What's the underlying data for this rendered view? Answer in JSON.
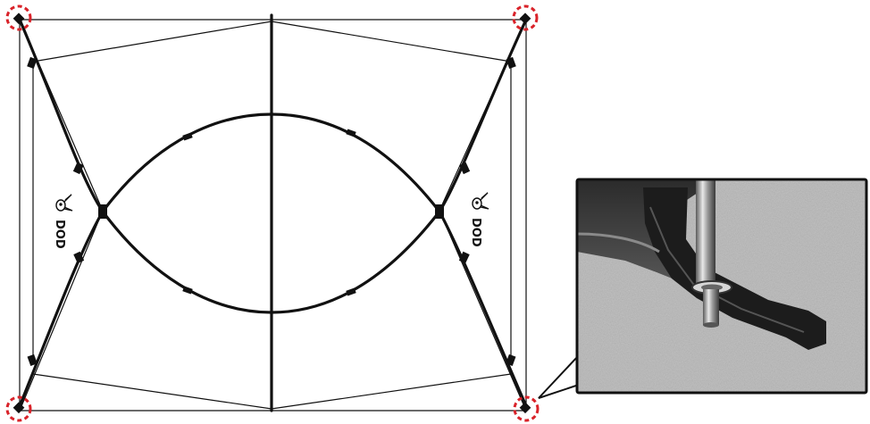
{
  "diagram": {
    "brand_logo_left": "DOD",
    "brand_logo_right": "DOD",
    "highlighted_points": [
      "top-left-corner",
      "top-right-corner",
      "bottom-left-corner",
      "bottom-right-corner"
    ],
    "callout_target": "bottom-right-corner",
    "photo_subject": "pole-tip-inserted-in-webbing-grommet",
    "colors": {
      "line": "#111111",
      "highlight_circle": "#d9232a",
      "photo_frame": "#111111",
      "photo_ground": "#b9b9b9"
    }
  }
}
